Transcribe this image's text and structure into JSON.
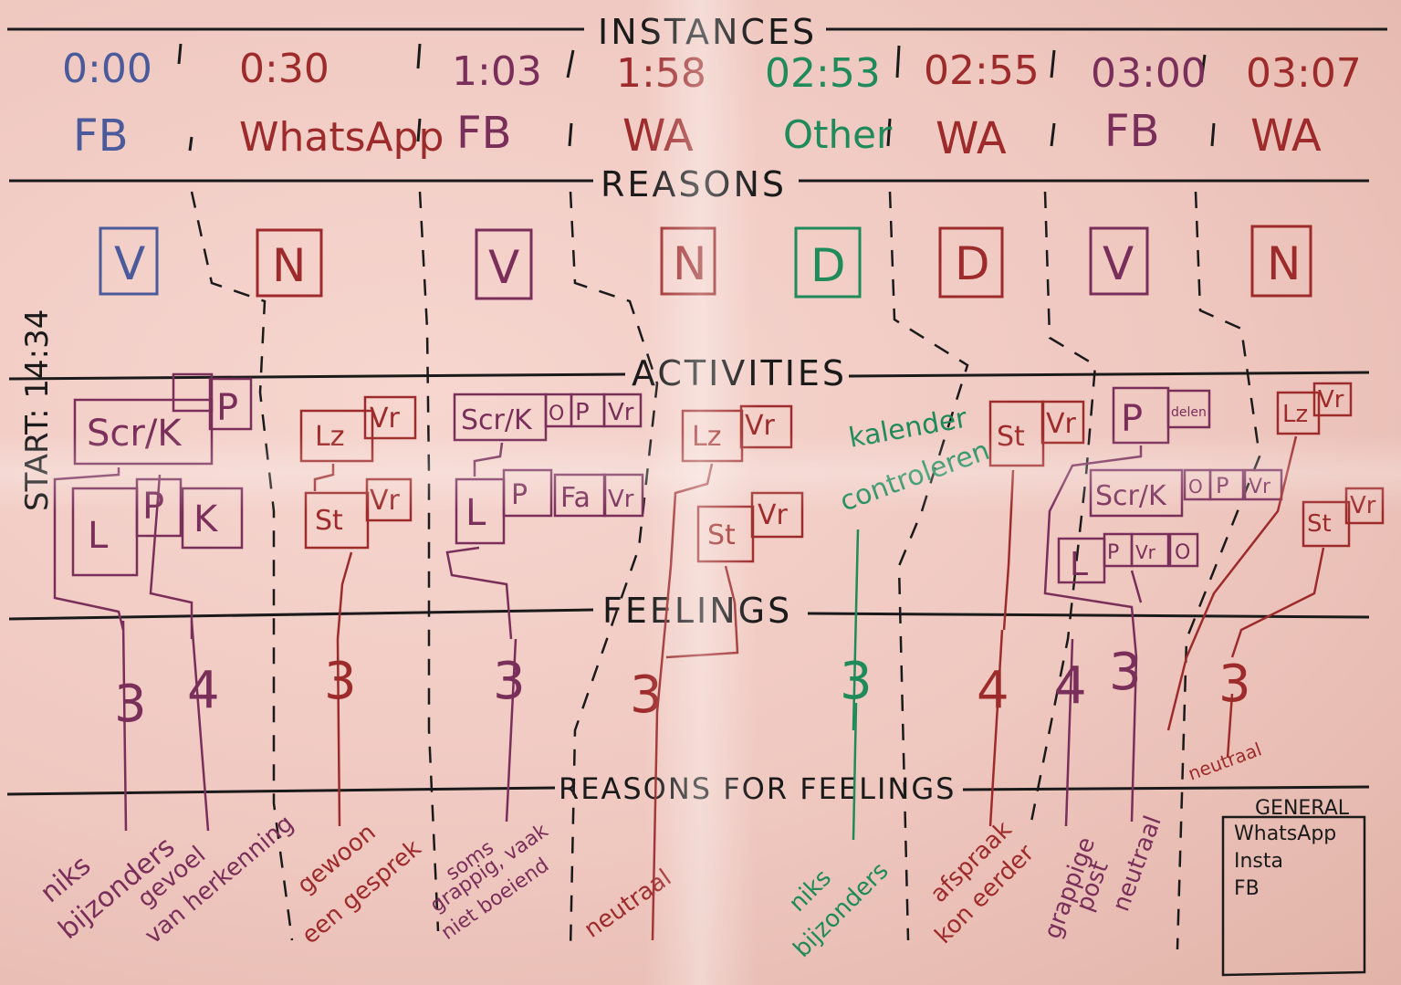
{
  "colors": {
    "blue": "#4a5a9a",
    "red": "#9e2b2b",
    "purple": "#7a2e5a",
    "green": "#1f8a5a",
    "black": "#1a1a1a"
  },
  "sections": {
    "instances": "INSTANCES",
    "reasons": "REASONS",
    "activities": "ACTIVITIES",
    "feelings": "FEELINGS",
    "reasons_for_feelings": "REASONS FOR FEELINGS"
  },
  "start_label": "START: 14:34",
  "instances": [
    {
      "time": "0:00",
      "app": "FB"
    },
    {
      "time": "0:30",
      "app": "WhatsApp"
    },
    {
      "time": "1:03",
      "app": "FB"
    },
    {
      "time": "1:58",
      "app": "WA"
    },
    {
      "time": "02:53",
      "app": "Other"
    },
    {
      "time": "02:55",
      "app": "WA"
    },
    {
      "time": "03:00",
      "app": "FB"
    },
    {
      "time": "03:07",
      "app": "WA"
    }
  ],
  "reasons": [
    "V",
    "N",
    "V",
    "N",
    "D",
    "D",
    "V",
    "N"
  ],
  "activities": {
    "c1": [
      "Scr/K",
      "P",
      "L",
      "P",
      "K"
    ],
    "c2": [
      "Lz",
      "Vr",
      "St",
      "Vr"
    ],
    "c3": [
      "Scr/K",
      "O",
      "P",
      "Vr",
      "L",
      "P",
      "Fa",
      "Vr"
    ],
    "c4": [
      "Lz",
      "Vr",
      "St",
      "Vr"
    ],
    "c5": [
      "kalender",
      "controleren"
    ],
    "c6": [
      "St",
      "Vr"
    ],
    "c7": [
      "P",
      "delen",
      "Scr/K",
      "O",
      "P",
      "Vr",
      "L",
      "P",
      "Vr",
      "O"
    ],
    "c8": [
      "Lz",
      "Vr",
      "St",
      "Vr"
    ]
  },
  "feelings": [
    "3",
    "4",
    "3",
    "3",
    "3",
    "3",
    "4",
    "4",
    "3",
    "3"
  ],
  "feeling_reasons": {
    "r1a": "niks",
    "r1b": "bijzonders",
    "r2a": "gevoel",
    "r2b": "van herkenning",
    "r3a": "gewoon",
    "r3b": "een gesprek",
    "r4a": "soms",
    "r4b": "grappig, vaak",
    "r4c": "niet boeiend",
    "r5": "neutraal",
    "r6a": "niks",
    "r6b": "bijzonders",
    "r7a": "afspraak",
    "r7b": "kon eerder",
    "r8a": "grappige",
    "r8b": "post",
    "r9": "neutraal",
    "r10": "neutraal"
  },
  "general": {
    "title": "GENERAL",
    "items": [
      "WhatsApp",
      "Insta",
      "FB"
    ]
  }
}
